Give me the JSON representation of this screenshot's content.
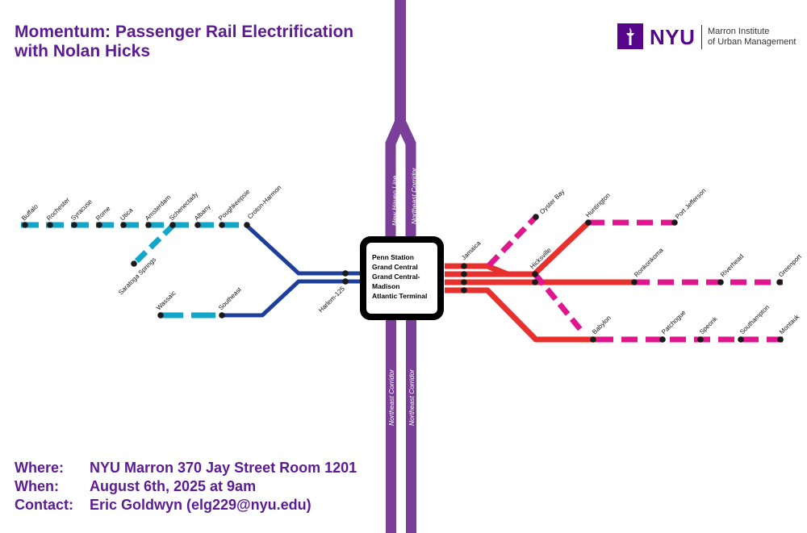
{
  "title": {
    "line1": "Momentum: Passenger Rail Electrification",
    "line2": "with Nolan Hicks"
  },
  "logo": {
    "mark": "nyu-torch-icon",
    "text": "NYU",
    "institute_line1": "Marron Institute",
    "institute_line2": "of Urban Management"
  },
  "colors": {
    "title": "#5c1a93",
    "hub_corridor": "#7b3f99",
    "hudson_line": "#1e3f99",
    "empire_branch": "#12a6c9",
    "lirr_electric": "#e8302e",
    "lirr_extension": "#e0168f"
  },
  "hub": {
    "lines": [
      "Penn Station",
      "Grand Central",
      "Grand Central-",
      "Madison",
      "Atlantic Terminal"
    ]
  },
  "corridors": {
    "new_haven": "New Haven Line",
    "northeast_top": "Northeast Corridor",
    "northeast_bottom_left": "Northeast Corridor",
    "northeast_bottom_right": "Northeast Corridor"
  },
  "stations": {
    "buffalo": "Buffalo",
    "rochester": "Rochester",
    "syracuse": "Syracuse",
    "rome": "Rome",
    "utica": "Utica",
    "amsterdam": "Amsterdam",
    "schenectady": "Schenectady",
    "albany": "Albany",
    "poughkeepsie": "Poughkeepsie",
    "croton_harmon": "Croton-Harmon",
    "saratoga_springs": "Saratoga Springs",
    "wassaic": "Wassaic",
    "southeast": "Southeast",
    "harlem_125": "Harlem-125",
    "jamaica": "Jamaica",
    "oyster_bay": "Oyster Bay",
    "hicksville": "Hicksville",
    "huntington": "Huntington",
    "port_jefferson": "Port Jefferson",
    "ronkonkoma": "Ronkonkoma",
    "riverhead": "Riverhead",
    "greenport": "Greenport",
    "babylon": "Babylon",
    "patchogue": "Patchogue",
    "speonk": "Speonk",
    "southampton": "Southampton",
    "montauk": "Montauk"
  },
  "event": {
    "where_label": "Where:",
    "where_value": "NYU Marron 370 Jay Street Room 1201",
    "when_label": "When:",
    "when_value": "August 6th, 2025 at 9am",
    "contact_label": "Contact:",
    "contact_value": "Eric Goldwyn (elg229@nyu.edu)"
  }
}
